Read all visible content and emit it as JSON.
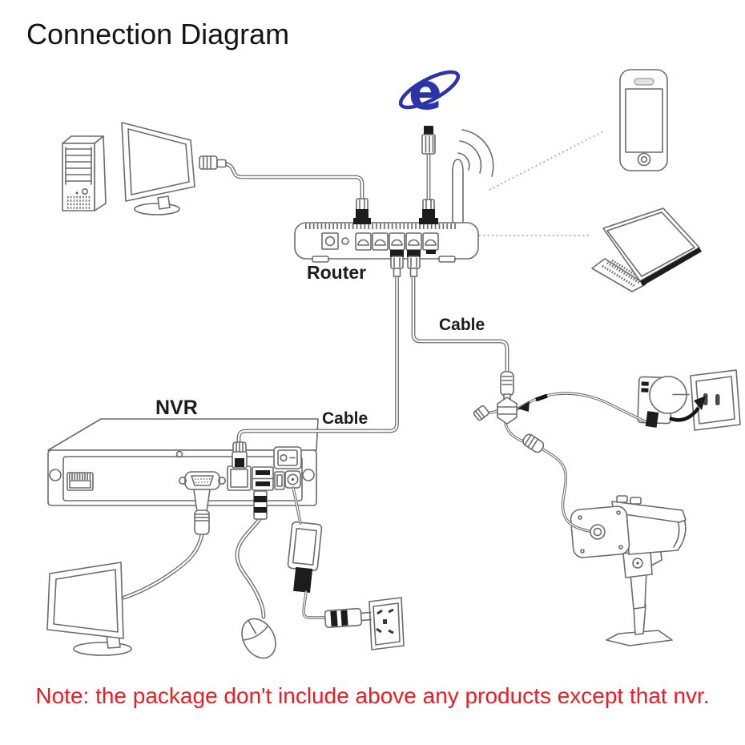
{
  "title": "Connection Diagram",
  "labels": {
    "router": "Router",
    "cable_router_to_camera": "Cable",
    "cable_router_to_nvr": "Cable",
    "nvr": "NVR"
  },
  "note": {
    "text": "Note: the package don't include above any products except that nvr."
  },
  "colors": {
    "line_gray": "#6b6b6b",
    "ie_blue": "#2b35a9",
    "note_red": "#ed1c24",
    "title_black": "#141414"
  },
  "icons": [
    "desktop-tower-icon",
    "pc-monitor-icon",
    "pc-cable-connector-icon",
    "internet-explorer-icon",
    "internet-plug-icon",
    "wifi-signal-icon",
    "router-antenna-icon",
    "router-icon",
    "smartphone-icon",
    "laptop-icon",
    "nvr-icon",
    "nvr-eth-plug-icon",
    "nvr-vga-connector-icon",
    "nvr-usb-plug-icon",
    "vga-monitor-icon",
    "mouse-icon",
    "nvr-power-adapter-icon",
    "nvr-power-plug-icon",
    "nvr-wall-outlet-icon",
    "camera-pigtail-icon",
    "camera-icon",
    "camera-power-adapter-icon",
    "plug-direction-arrow-icon",
    "camera-wall-outlet-icon"
  ]
}
